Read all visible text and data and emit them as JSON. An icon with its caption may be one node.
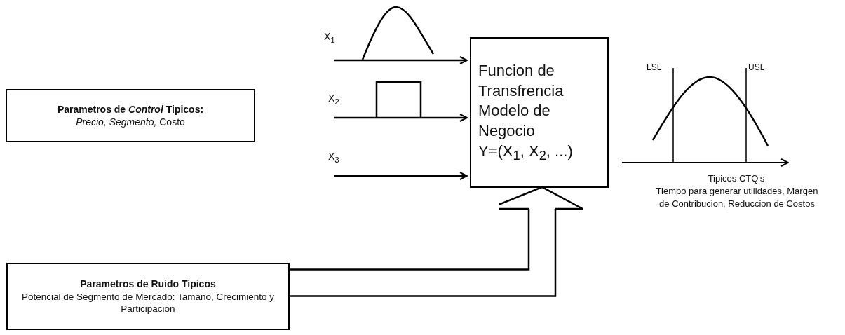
{
  "diagram": {
    "nodes": [
      {
        "text": [
          "Parametros de *Control* Tipicos:",
          "*Precio, Segmento,* Costo"
        ]
      },
      {
        "text": [
          "Funcion de Transfrencia Modelo de Negocio",
          "Y=(X$_{1}$, X$_{2}$, ...)"
        ]
      },
      {
        "text": [
          "Parametros de Ruido Tipicos",
          "Potencial de Segmento de Mercado: Tamano, Crecimiento y Participacion"
        ]
      }
    ],
    "edges": [
      {
        "from": null,
        "to": 1,
        "arrow": "to",
        "label": "X$_{1}$"
      },
      {
        "from": null,
        "to": 1,
        "arrow": "to",
        "label": "X$_{2}$"
      },
      {
        "from": null,
        "to": 1,
        "arrow": "to",
        "label": "X$_{3}$"
      },
      {
        "from": 2,
        "to": 1,
        "arrow": "to",
        "style": "thick"
      }
    ],
    "labels": [
      "LSL",
      "USL",
      "Tipicos CTQ's",
      "Tiempo para generar utilidades, Margen de Contribucion, Reduccion de Costos"
    ]
  }
}
